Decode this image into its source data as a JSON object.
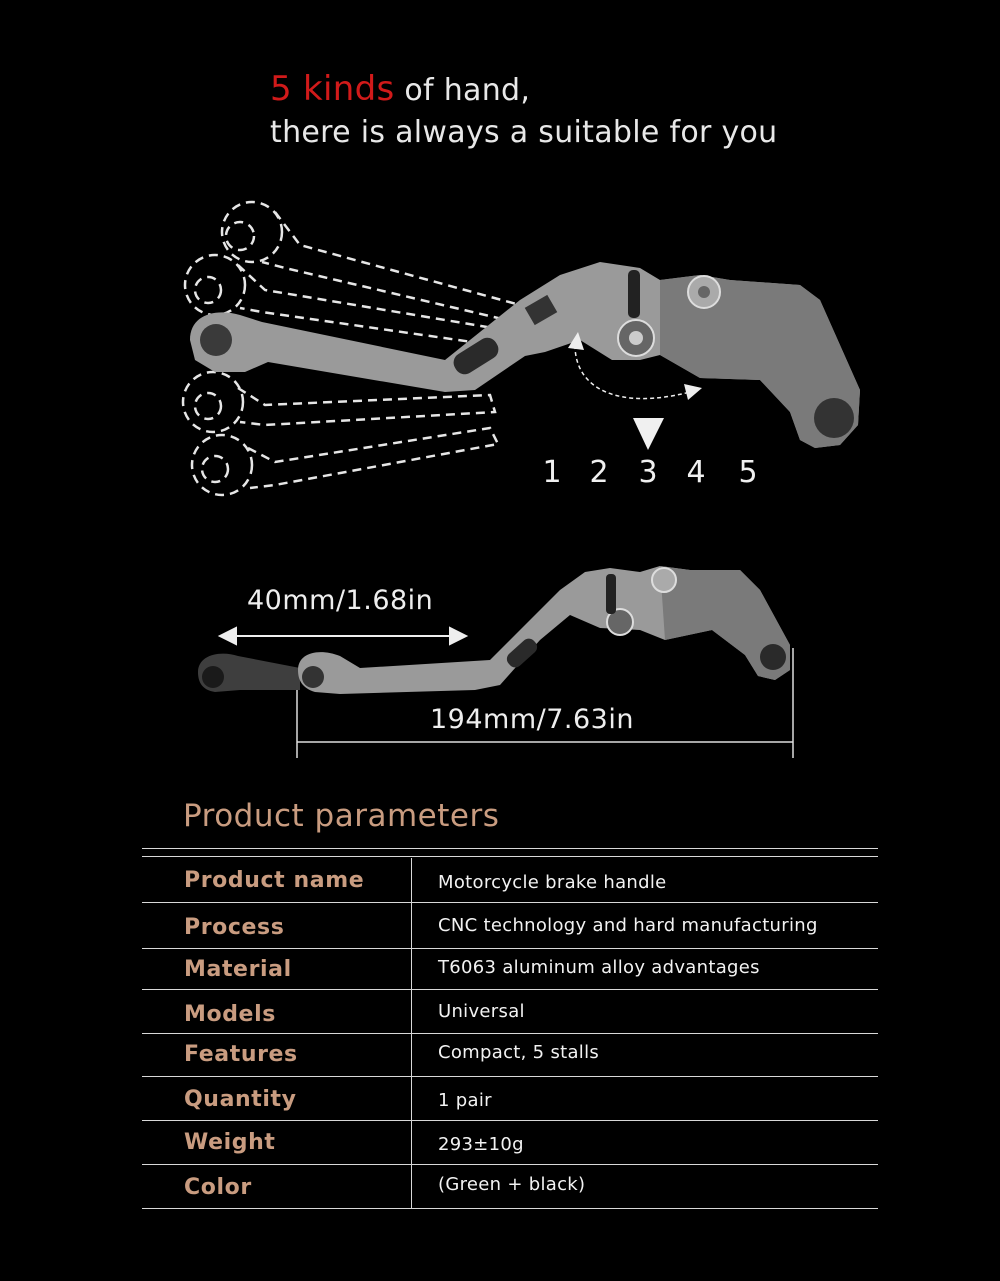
{
  "headline": {
    "accent": "5 kinds",
    "line1_rest": " of hand,",
    "line2": "there is always a suitable for you"
  },
  "positions": [
    "1",
    "2",
    "3",
    "4",
    "5"
  ],
  "dimensions": {
    "extension": "40mm/1.68in",
    "length": "194mm/7.63in"
  },
  "params": {
    "title": "Product parameters",
    "rows": [
      {
        "key": "Product name",
        "value": "Motorcycle brake handle"
      },
      {
        "key": "Process",
        "value": "CNC technology and hard manufacturing"
      },
      {
        "key": "Material",
        "value": "T6063 aluminum alloy advantages"
      },
      {
        "key": "Models",
        "value": "Universal"
      },
      {
        "key": "Features",
        "value": "Compact, 5 stalls"
      },
      {
        "key": "Quantity",
        "value": "1 pair"
      },
      {
        "key": "Weight",
        "value": "293±10g"
      },
      {
        "key": "Color",
        "value": "(Green + black)"
      }
    ]
  },
  "colors": {
    "accent_red": "#d11a1a",
    "label_tan": "#c99c80",
    "lever_grey": "#9a9a9a"
  }
}
